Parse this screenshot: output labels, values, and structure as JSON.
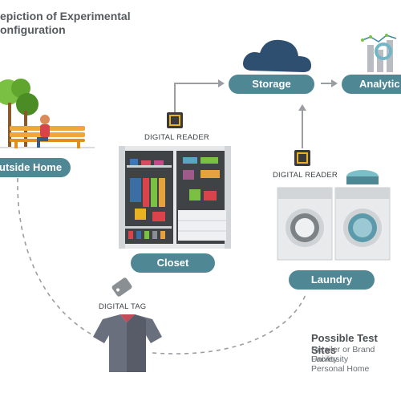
{
  "title_lines": [
    "epiction of Experimental",
    "onfiguration"
  ],
  "nodes": {
    "storage": "Storage",
    "analytics": "Analytic",
    "outside_home": "Outside Home",
    "closet": "Closet",
    "laundry": "Laundry"
  },
  "labels": {
    "closet_reader": "DIGITAL READER",
    "laundry_reader": "DIGITAL READER",
    "tag": "DIGITAL TAG"
  },
  "test_sites": {
    "title": "Possible Test Sites",
    "items": [
      "Retailer or Brand Facility",
      "University",
      "Personal Home"
    ]
  },
  "colors": {
    "pill": "#4f8794",
    "arrow": "#9a9ea2",
    "reader_chip": "#3a3a3a",
    "reader_accent": "#e8b323"
  }
}
